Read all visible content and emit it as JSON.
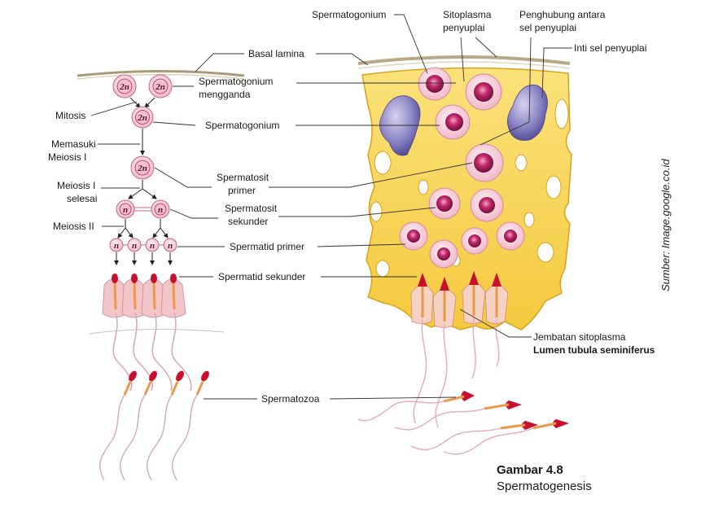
{
  "labels": {
    "basal_lamina": "Basal lamina",
    "spermatogonium_top": "Spermatogonium",
    "sitoplasma_line1": "Sitoplasma",
    "sitoplasma_line2": "penyuplai",
    "penghubung_line1": "Penghubung antara",
    "penghubung_line2": "sel penyuplai",
    "inti_sel": "Inti sel penyuplai",
    "spermatogonium_mengganda_line1": "Spermatogonium",
    "spermatogonium_mengganda_line2": "mengganda",
    "mitosis": "Mitosis",
    "spermatogonium_mid": "Spermatogonium",
    "memasuki_line1": "Memasuki",
    "memasuki_line2": "Meiosis I",
    "spermatosit_primer_line1": "Spermatosit",
    "spermatosit_primer_line2": "primer",
    "meiosis1_selesai_line1": "Meiosis I",
    "meiosis1_selesai_line2": "selesai",
    "spermatosit_sekunder_line1": "Spermatosit",
    "spermatosit_sekunder_line2": "sekunder",
    "meiosis2": "Meiosis II",
    "spermatid_primer": "Spermatid primer",
    "spermatid_sekunder": "Spermatid sekunder",
    "jembatan": "Jembatan sitoplasma",
    "lumen": "Lumen tubula seminiferus",
    "spermatozoa": "Spermatozoa"
  },
  "cell_labels": {
    "diploid": "2n",
    "haploid": "n"
  },
  "caption": {
    "title": "Gambar 4.8",
    "subtitle": "Spermatogenesis"
  },
  "source": "Sumber: Image.google.co.id",
  "colors": {
    "tissue": "#f6d34a",
    "tissue_edge": "#d9a21c",
    "cell_fill": "#f7d4dc",
    "nucleus": "#b2245a",
    "supply_nucleus": "#7b74b8",
    "diploid_cell": "#f3bfcf",
    "sperm_head": "#c8102e",
    "sperm_mid": "#e89a4a"
  }
}
